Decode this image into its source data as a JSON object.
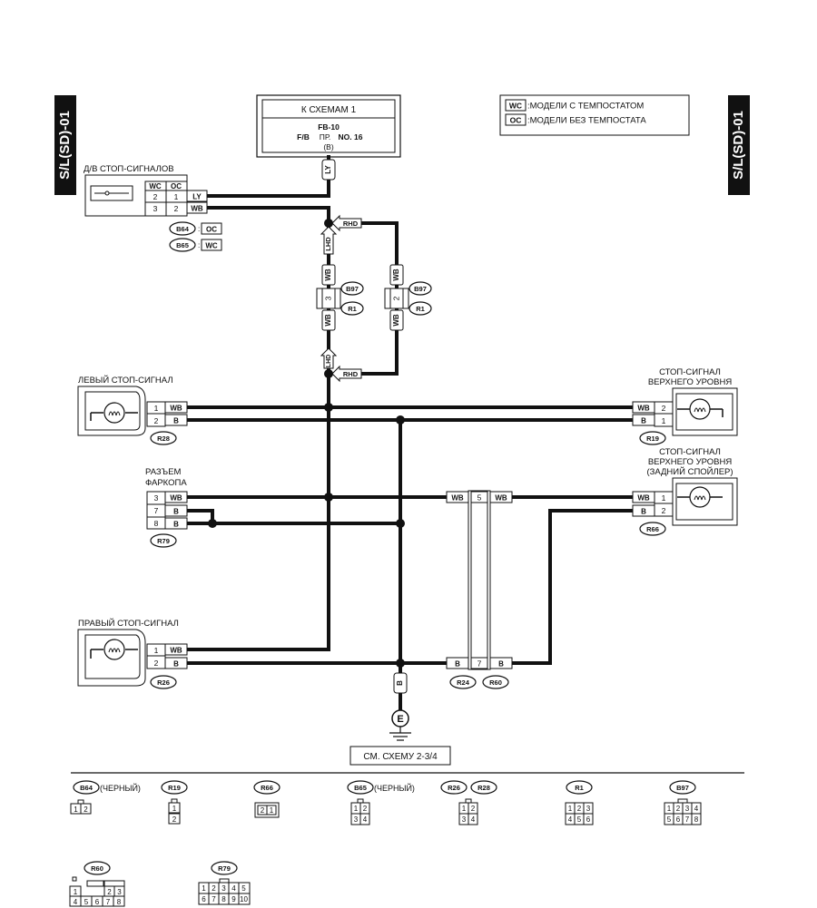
{
  "side_tabs": {
    "left": "S/L(SD)-01",
    "right": "S/L(SD)-01"
  },
  "top_box": {
    "title": "К СХЕМАМ 1",
    "fb": "FB-10",
    "fb_label": "F/B",
    "pr_label": "ПР.",
    "no_label": "NO. 16",
    "b": "(B)"
  },
  "legend": {
    "wc_code": "WC",
    "wc_text": ":МОДЕЛИ С ТЕМПОСТАТОМ",
    "oc_code": "OC",
    "oc_text": ":МОДЕЛИ БЕЗ ТЕМПОСТАТА"
  },
  "switch": {
    "title": "Д/В СТОП-СИГНАЛОВ",
    "col_wc": "WC",
    "col_oc": "OC",
    "r1_wc": "2",
    "r1_oc": "1",
    "r1_wire": "LY",
    "r2_wc": "3",
    "r2_oc": "2",
    "r2_wire": "WB",
    "b64_label": "B64",
    "b64_val": "OC",
    "b65_label": "B65",
    "b65_val": "WC"
  },
  "wires": {
    "ly": "LY",
    "wb": "WB",
    "b": "B",
    "rhd": "RHD",
    "lhd": "LHD"
  },
  "conn_inline": {
    "b97": "B97",
    "r1": "R1",
    "pin3": "3",
    "pin2": "2",
    "pin5": "5",
    "pin7": "7",
    "r24": "R24",
    "r60": "R60"
  },
  "left_stop": {
    "title": "ЛЕВЫЙ СТОП-СИГНАЛ",
    "p1": "1",
    "p2": "2",
    "conn": "R28"
  },
  "high_stop": {
    "title1": "СТОП-СИГНАЛ",
    "title2": "ВЕРХНЕГО УРОВНЯ",
    "p1": "2",
    "p2": "1",
    "conn": "R19"
  },
  "spoiler_stop": {
    "title1": "СТОП-СИГНАЛ",
    "title2": "ВЕРХНЕГО УРОВНЯ",
    "title3": "(ЗАДНИЙ СПОЙЛЕР)",
    "p1": "1",
    "p2": "2",
    "conn": "R66"
  },
  "trailer": {
    "title1": "РАЗЪЕМ",
    "title2": "ФАРКОПА",
    "p1": "3",
    "p2": "7",
    "p3": "8",
    "conn": "R79"
  },
  "right_stop": {
    "title": "ПРАВЫЙ СТОП-СИГНАЛ",
    "p1": "1",
    "p2": "2",
    "conn": "R26"
  },
  "ground": {
    "symbol": "E",
    "ref": "СМ. СХЕМУ 2-3/4"
  },
  "connectors": {
    "b64": {
      "label": "B64",
      "note": "(ЧЕРНЫЙ)",
      "pins": [
        "1",
        "2"
      ]
    },
    "r19": {
      "label": "R19",
      "pins": [
        "1",
        "2"
      ]
    },
    "r66": {
      "label": "R66",
      "pins": [
        "2",
        "1"
      ]
    },
    "b65": {
      "label": "B65",
      "note": "(ЧЕРНЫЙ)",
      "pins": [
        "1",
        "2",
        "3",
        "4"
      ]
    },
    "r26": {
      "label": "R26"
    },
    "r28": {
      "label": "R28",
      "pins": [
        "1",
        "2",
        "3",
        "4"
      ]
    },
    "r1": {
      "label": "R1",
      "pins": [
        "1",
        "2",
        "3",
        "4",
        "5",
        "6"
      ]
    },
    "b97": {
      "label": "B97",
      "pins": [
        "1",
        "2",
        "3",
        "4",
        "5",
        "6",
        "7",
        "8"
      ]
    },
    "r60": {
      "label": "R60",
      "pins": [
        "1",
        "2",
        "3",
        "4",
        "5",
        "6",
        "7",
        "8"
      ]
    },
    "r79": {
      "label": "R79",
      "pins": [
        "1",
        "2",
        "3",
        "4",
        "5",
        "6",
        "7",
        "8",
        "9",
        "10"
      ]
    }
  }
}
